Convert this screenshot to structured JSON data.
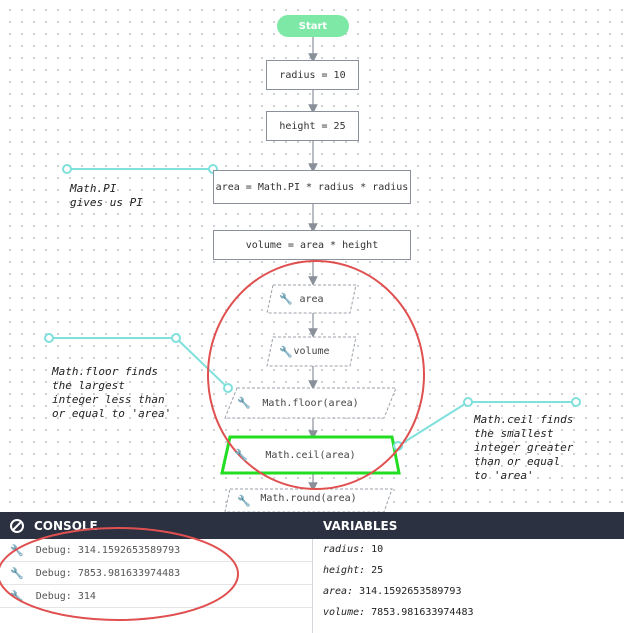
{
  "flowchart": {
    "start_label": "Start",
    "nodes": {
      "radius": "radius = 10",
      "height": "height = 25",
      "area": "area = Math.PI * radius * radius",
      "volume": "volume = area * height",
      "out_area": "area",
      "out_volume": "volume",
      "out_floor": "Math.floor(area)",
      "out_ceil": "Math.ceil(area)",
      "out_round": "Math.round(area)"
    },
    "comments": {
      "pi": "Math.PI\ngives us PI",
      "floor": "Math.floor finds\nthe largest\ninteger less than\nor equal to 'area'",
      "ceil": "Math.ceil finds\nthe smallest\ninteger greater\nthan or equal\nto 'area'"
    }
  },
  "console": {
    "title": "CONSOLE",
    "lines": [
      "Debug: 314.1592653589793",
      "Debug: 7853.981633974483",
      "Debug: 314"
    ]
  },
  "variables": {
    "title": "VARIABLES",
    "items": [
      {
        "name": "radius:",
        "value": "10"
      },
      {
        "name": "height:",
        "value": "25"
      },
      {
        "name": "area:",
        "value": "314.1592653589793"
      },
      {
        "name": "volume:",
        "value": "7853.981633974483"
      }
    ]
  },
  "colors": {
    "start": "#7ee8a6",
    "highlight_green": "#22dd22",
    "annotation_red": "#e05050",
    "comment_line": "#7fe0dc",
    "panel_header": "#2b3140"
  },
  "icons": {
    "output_marker": "wrench-icon",
    "console_header": "block-icon"
  }
}
